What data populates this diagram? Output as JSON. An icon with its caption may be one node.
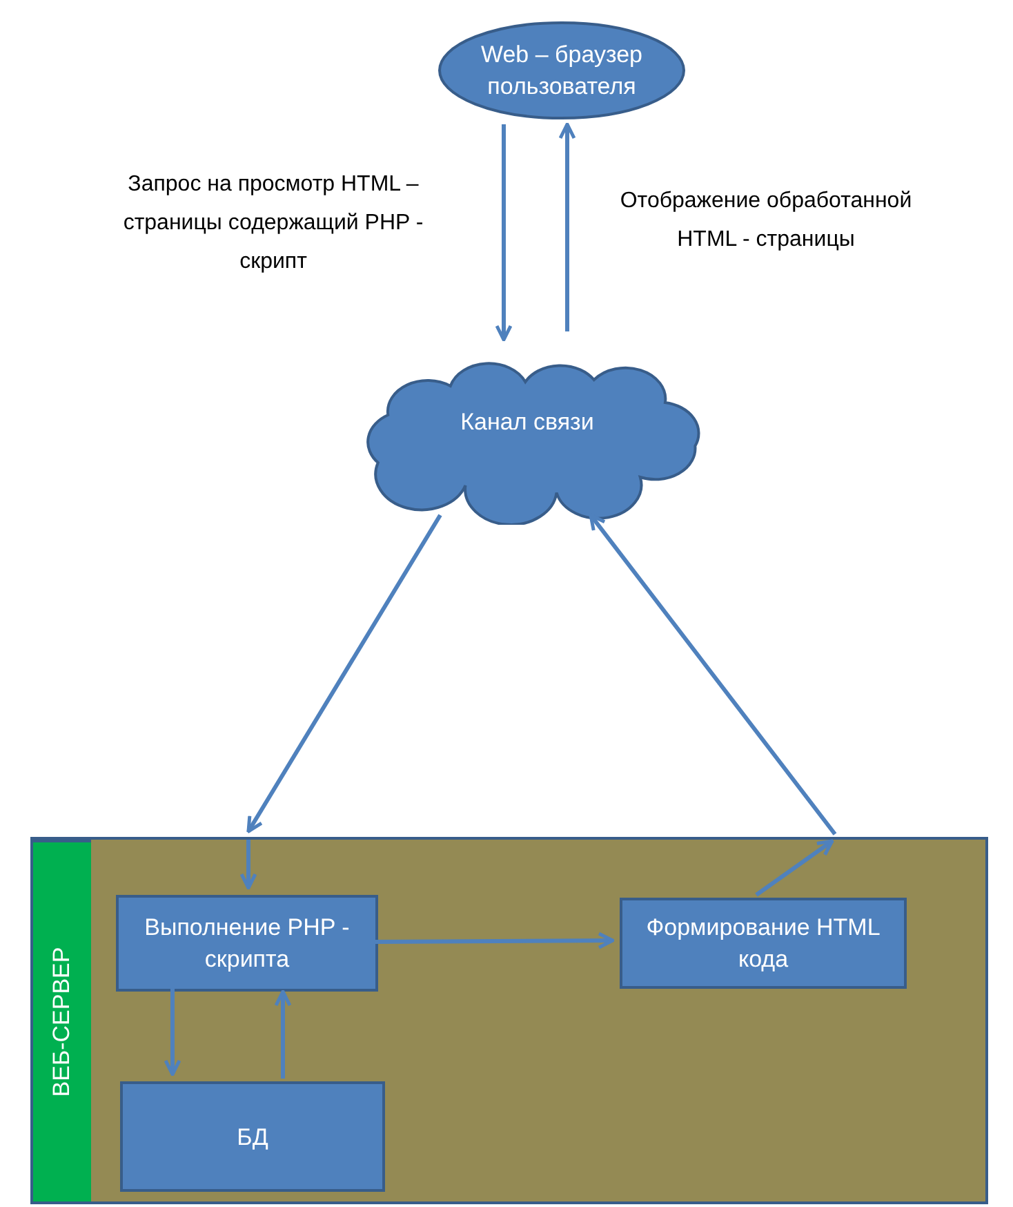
{
  "diagram": {
    "nodes": [
      {
        "text": [
          "Web – браузер пользователя"
        ]
      },
      {
        "text": [
          "Канал связи"
        ]
      },
      {
        "text": [
          "ВЕБ-СЕРВЕР"
        ]
      },
      {
        "text": [
          "Выполнение PHP - скрипта"
        ],
        "in": 2
      },
      {
        "text": [
          "Формирование HTML кода"
        ],
        "in": 2
      },
      {
        "text": [
          "БД"
        ],
        "in": 2
      }
    ],
    "edges": [
      {
        "from": 0,
        "to": 1,
        "arrow": "to",
        "label": "Запрос на просмотр HTML – страницы содержащий PHP - скрипт"
      },
      {
        "from": 1,
        "to": 0,
        "arrow": "to",
        "label": "Отображение обработанной HTML - страницы"
      },
      {
        "from": 1,
        "to": 2,
        "arrow": "to"
      },
      {
        "from": 2,
        "to": 3,
        "arrow": "to"
      },
      {
        "from": 3,
        "to": 4,
        "arrow": "to"
      },
      {
        "from": 3,
        "to": 5,
        "arrow": "to"
      },
      {
        "from": 5,
        "to": 3,
        "arrow": "to"
      },
      {
        "from": 4,
        "to": 2,
        "arrow": "to"
      },
      {
        "from": 2,
        "to": 1,
        "arrow": "to"
      }
    ]
  }
}
